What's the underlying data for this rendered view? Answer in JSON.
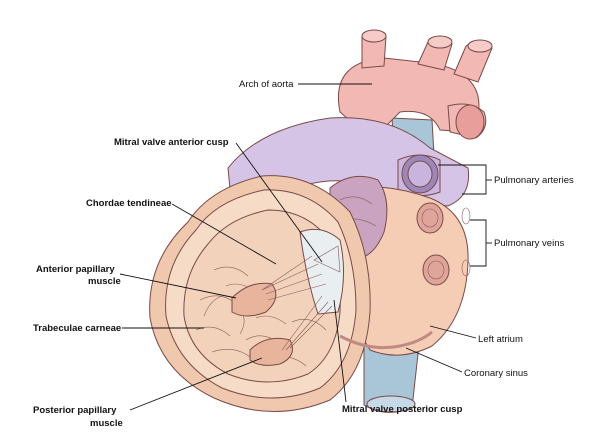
{
  "diagram": {
    "labels": {
      "arch_of_aorta": "Arch of aorta",
      "mitral_anterior": "Mitral valve anterior cusp",
      "chordae": "Chordae tendineae",
      "ant_pap_1": "Anterior papillary",
      "ant_pap_2": "muscle",
      "trabeculae": "Trabeculae carneae",
      "post_pap_1": "Posterior papillary",
      "post_pap_2": "muscle",
      "mitral_posterior": "Mitral valve posterior cusp",
      "pulm_arteries": "Pulmonary arteries",
      "pulm_veins": "Pulmonary veins",
      "left_atrium": "Left atrium",
      "coronary_sinus": "Coronary sinus"
    },
    "colors": {
      "aorta": "#f2b8b4",
      "pulmonary_trunk": "#d6c4e6",
      "vena": "#a9c5d8",
      "myocardium_outer": "#f0c8ae",
      "myocardium_inner": "#f6dcc6",
      "cavity": "#f3d6c2",
      "valve": "#e9eef0"
    }
  }
}
